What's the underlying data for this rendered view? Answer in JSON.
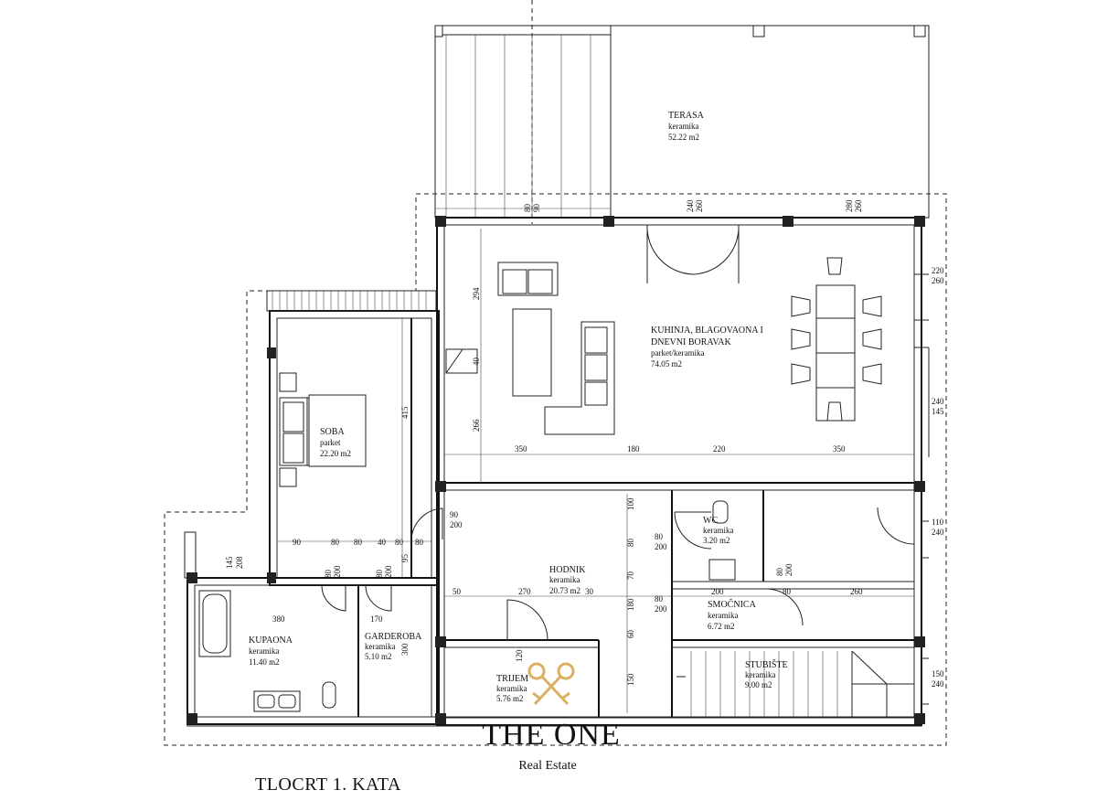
{
  "plan": {
    "title": "TLOCRT 1. KATA"
  },
  "logo": {
    "name": "THE ONE",
    "tagline": "Real Estate",
    "accent_color": "#d9a850"
  },
  "rooms": {
    "terasa": {
      "name": "TERASA",
      "material": "keramika",
      "area": "52.22 m2"
    },
    "dnevni_1": {
      "name": "KUHINJA, BLAGOVAONA I",
      "name2": "DNEVNI BORAVAK",
      "material": "parket/keramika",
      "area": "74.05 m2"
    },
    "soba": {
      "name": "SOBA",
      "material": "parket",
      "area": "22.20  m2"
    },
    "hodnik": {
      "name": "HODNIK",
      "material": "keramika",
      "area": "20.73  m2"
    },
    "wc": {
      "name": "WC",
      "material": "keramika",
      "area": "3.20  m2"
    },
    "smocnica": {
      "name": "SMOČNICA",
      "material": "keramika",
      "area": "6.72  m2"
    },
    "stubiste": {
      "name": "STUBIŠTE",
      "material": "keramika",
      "area": "9.00  m2"
    },
    "kupaona": {
      "name": "KUPAONA",
      "material": "keramika",
      "area": "11.40  m2"
    },
    "garderoba": {
      "name": "GARDEROBA",
      "material": "keramika",
      "area": "5.10  m2"
    },
    "trijem": {
      "name": "TRIJEM",
      "material": "keramika",
      "area": "5.76  m2"
    }
  },
  "dims": {
    "d_80_top": "80",
    "d_90_top": "90",
    "d_240_top": "240",
    "d_260_top": "260",
    "d_280_top": "280",
    "d_260_top2": "260",
    "d_220_r": "220",
    "d_260_r": "260",
    "d_294": "294",
    "d_40": "40",
    "d_266": "266",
    "d_240_r2": "240",
    "d_145_r": "145",
    "d_350_a": "350",
    "d_180_a": "180",
    "d_220_a": "220",
    "d_350_b": "350",
    "d_415": "415",
    "d_90_soba": "90",
    "d_200_soba": "200",
    "d_110_r": "110",
    "d_240_r3": "240",
    "d_100_h": "100",
    "d_90_b": "90",
    "d_80_b1": "80",
    "d_80_b2": "80",
    "d_40_b": "40",
    "d_80_b3": "80",
    "d_80_b4": "80",
    "d_95": "95",
    "d_145_l": "145",
    "d_208_l": "208",
    "d_80_v1": "80",
    "d_200_v1": "200",
    "d_80_v2": "80",
    "d_200_v2": "200",
    "d_80_wc": "80",
    "d_200_wc": "200",
    "d_80_h1": "80",
    "d_70_h": "70",
    "d_50": "50",
    "d_270": "270",
    "d_30": "30",
    "d_180_h": "180",
    "d_80_sm": "80",
    "d_200_sm": "200",
    "d_80_sm2": "80",
    "d_200_sm2": "200",
    "d_200_sm3": "200",
    "d_80_sm3": "80",
    "d_260_sm": "260",
    "d_380": "380",
    "d_170": "170",
    "d_300": "300",
    "d_60": "60",
    "d_150": "150",
    "d_120": "120",
    "d_150_r": "150",
    "d_240_r4": "240"
  }
}
